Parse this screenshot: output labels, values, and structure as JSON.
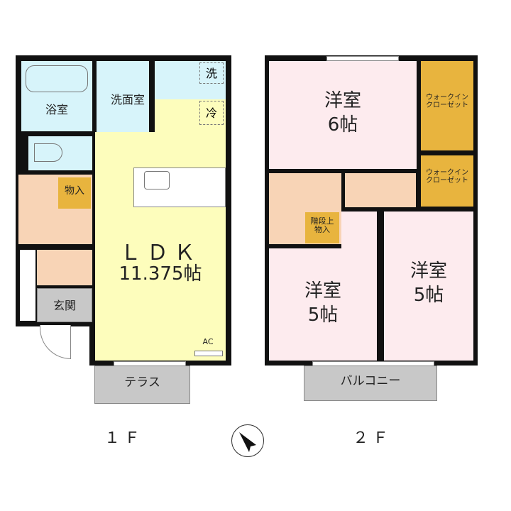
{
  "floor1": {
    "label": "１Ｆ",
    "rooms": {
      "bath": "浴室",
      "washroom": "洗面室",
      "washer": "洗",
      "fridge": "冷",
      "storage": "物入",
      "ldk_name": "ＬＤＫ",
      "ldk_size": "11.375帖",
      "entrance": "玄関",
      "terrace": "テラス",
      "ac": "AC"
    }
  },
  "floor2": {
    "label": "２Ｆ",
    "rooms": {
      "western6_name": "洋室",
      "western6_size": "6帖",
      "wic1": "ウォークイン\nクローゼット",
      "wic2": "ウォークイン\nクローゼット",
      "stair_storage": "階段上\n物入",
      "western5a_name": "洋室",
      "western5a_size": "5帖",
      "western5b_name": "洋室",
      "western5b_size": "5帖",
      "balcony": "バルコニー"
    }
  },
  "compass": {
    "icon": "north-arrow-icon"
  }
}
